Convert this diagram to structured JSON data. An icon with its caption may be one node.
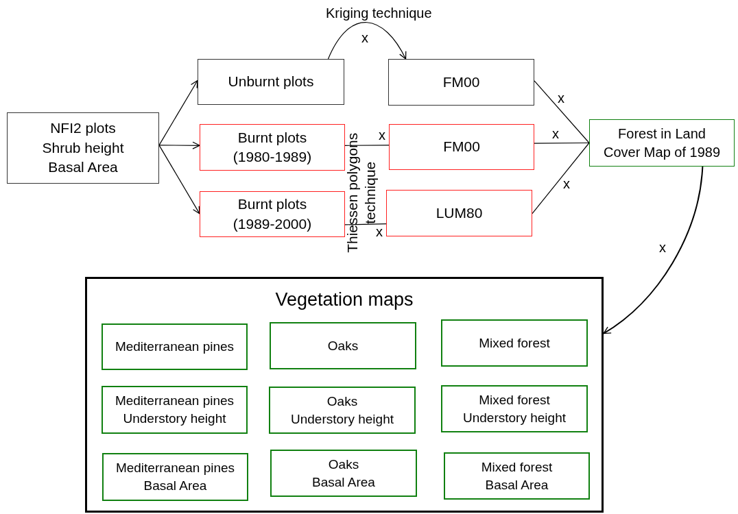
{
  "diagram": {
    "nodes": [
      {
        "text": [
          "NFI2 plots",
          "Shrub height",
          "Basal Area"
        ]
      },
      {
        "text": [
          "Unburnt plots"
        ]
      },
      {
        "text": [
          "Burnt plots (1980-1989)"
        ]
      },
      {
        "text": [
          "Burnt plots (1989-2000)"
        ]
      },
      {
        "text": [
          "FM00"
        ]
      },
      {
        "text": [
          "FM00"
        ]
      },
      {
        "text": [
          "LUM80"
        ]
      },
      {
        "text": [
          "Forest in Land Cover Map of 1989"
        ]
      },
      {
        "text": [
          "Vegetation maps"
        ]
      },
      {
        "text": [
          "Mediterranean pines"
        ],
        "in": 8
      },
      {
        "text": [
          "Oaks"
        ],
        "in": 8
      },
      {
        "text": [
          "Mixed forest"
        ],
        "in": 8
      },
      {
        "text": [
          "Mediterranean pines",
          "Understory height"
        ],
        "in": 8
      },
      {
        "text": [
          "Oaks",
          "Understory height"
        ],
        "in": 8
      },
      {
        "text": [
          "Mixed forest",
          "Understory height"
        ],
        "in": 8
      },
      {
        "text": [
          "Mediterranean pines",
          "Basal Area"
        ],
        "in": 8
      },
      {
        "text": [
          "Oaks",
          "Basal Area"
        ],
        "in": 8
      },
      {
        "text": [
          "Mixed forest",
          "Basal Area"
        ],
        "in": 8
      }
    ],
    "edges": [
      {
        "from": 0,
        "to": 1,
        "arrow": "to"
      },
      {
        "from": 0,
        "to": 2,
        "arrow": "to"
      },
      {
        "from": 0,
        "to": 3,
        "arrow": "to"
      },
      {
        "from": 1,
        "to": 4,
        "arrow": "to",
        "label": "x"
      },
      {
        "from": 2,
        "to": 5,
        "arrow": "none",
        "label": "x"
      },
      {
        "from": 3,
        "to": 6,
        "arrow": "none",
        "label": "x"
      },
      {
        "from": 4,
        "to": 7,
        "arrow": "none",
        "label": "x"
      },
      {
        "from": 5,
        "to": 7,
        "arrow": "none",
        "label": "x"
      },
      {
        "from": 6,
        "to": 7,
        "arrow": "none",
        "label": "x"
      },
      {
        "from": 7,
        "to": 8,
        "arrow": "to",
        "label": "x"
      }
    ],
    "labels": [
      "Kriging technique",
      "Thiessen polygons technique"
    ]
  }
}
